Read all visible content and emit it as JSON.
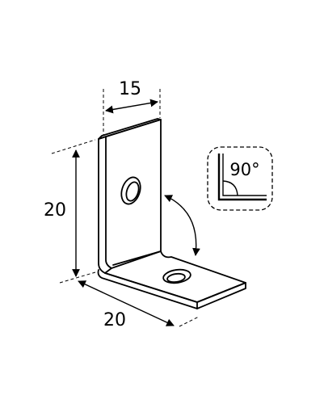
{
  "dimensions": {
    "width_label": "15",
    "height_label": "20",
    "depth_label": "20"
  },
  "angle_inset": {
    "label": "90°"
  },
  "colors": {
    "line": "#000000",
    "background": "#ffffff"
  }
}
